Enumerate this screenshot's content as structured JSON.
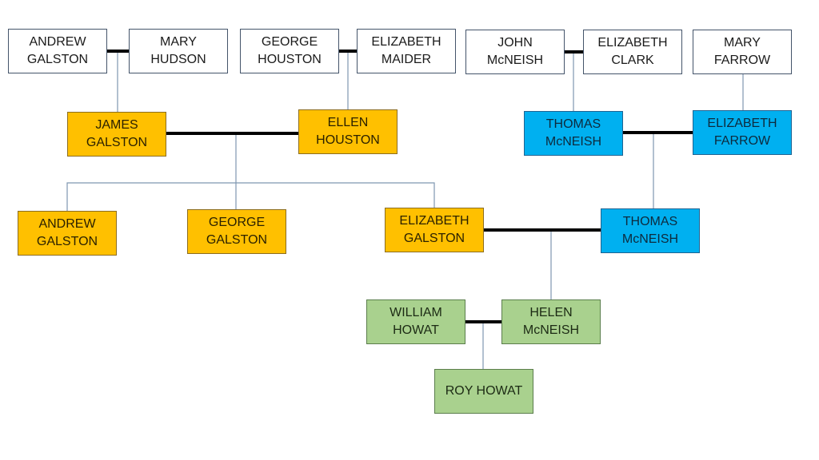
{
  "diagram": {
    "type": "family-tree",
    "colors": {
      "ancestor_fill": "#FFFFFF",
      "galston_fill": "#FFC000",
      "mcneish_fill": "#00B0F0",
      "howat_fill": "#A9D18E",
      "marriage_line": "#000000",
      "descent_line": "#7F96B0"
    },
    "people": {
      "andrew_galston_sr": {
        "first": "ANDREW",
        "last": "GALSTON"
      },
      "mary_hudson": {
        "first": "MARY",
        "last": "HUDSON"
      },
      "george_houston": {
        "first": "GEORGE",
        "last": "HOUSTON"
      },
      "elizabeth_maider": {
        "first": "ELIZABETH",
        "last": "MAIDER"
      },
      "john_mcneish": {
        "first": "JOHN",
        "last": "McNEISH"
      },
      "elizabeth_clark": {
        "first": "ELIZABETH",
        "last": "CLARK"
      },
      "mary_farrow": {
        "first": "MARY",
        "last": "FARROW"
      },
      "james_galston": {
        "first": "JAMES",
        "last": "GALSTON"
      },
      "ellen_houston": {
        "first": "ELLEN",
        "last": "HOUSTON"
      },
      "thomas_mcneish_sr": {
        "first": "THOMAS",
        "last": "McNEISH"
      },
      "elizabeth_farrow": {
        "first": "ELIZABETH",
        "last": "FARROW"
      },
      "andrew_galston_jr": {
        "first": "ANDREW",
        "last": "GALSTON"
      },
      "george_galston": {
        "first": "GEORGE",
        "last": "GALSTON"
      },
      "elizabeth_galston": {
        "first": "ELIZABETH",
        "last": "GALSTON"
      },
      "thomas_mcneish_jr": {
        "first": "THOMAS",
        "last": "McNEISH"
      },
      "william_howat": {
        "first": "WILLIAM",
        "last": "HOWAT"
      },
      "helen_mcneish": {
        "first": "HELEN",
        "last": "McNEISH"
      },
      "roy_howat": {
        "full": "ROY HOWAT"
      }
    },
    "marriages": [
      [
        "andrew_galston_sr",
        "mary_hudson"
      ],
      [
        "george_houston",
        "elizabeth_maider"
      ],
      [
        "john_mcneish",
        "elizabeth_clark"
      ],
      [
        "james_galston",
        "ellen_houston"
      ],
      [
        "thomas_mcneish_sr",
        "elizabeth_farrow"
      ],
      [
        "elizabeth_galston",
        "thomas_mcneish_jr"
      ],
      [
        "william_howat",
        "helen_mcneish"
      ]
    ],
    "descents": [
      {
        "parents": [
          "andrew_galston_sr",
          "mary_hudson"
        ],
        "children": [
          "james_galston"
        ]
      },
      {
        "parents": [
          "george_houston",
          "elizabeth_maider"
        ],
        "children": [
          "ellen_houston"
        ]
      },
      {
        "parents": [
          "john_mcneish",
          "elizabeth_clark"
        ],
        "children": [
          "thomas_mcneish_sr"
        ]
      },
      {
        "parents": [
          "mary_farrow"
        ],
        "children": [
          "elizabeth_farrow"
        ]
      },
      {
        "parents": [
          "james_galston",
          "ellen_houston"
        ],
        "children": [
          "andrew_galston_jr",
          "george_galston",
          "elizabeth_galston"
        ]
      },
      {
        "parents": [
          "thomas_mcneish_sr",
          "elizabeth_farrow"
        ],
        "children": [
          "thomas_mcneish_jr"
        ]
      },
      {
        "parents": [
          "elizabeth_galston",
          "thomas_mcneish_jr"
        ],
        "children": [
          "helen_mcneish"
        ]
      },
      {
        "parents": [
          "william_howat",
          "helen_mcneish"
        ],
        "children": [
          "roy_howat"
        ]
      }
    ]
  }
}
